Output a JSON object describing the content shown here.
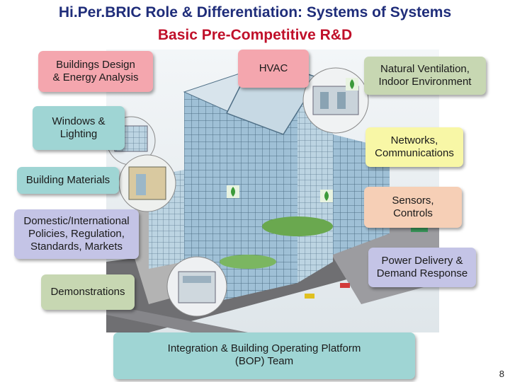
{
  "title_line1": "Hi.Per.BRIC Role & Differentiation: Systems of Systems",
  "title_line2": "Basic Pre-Competitive R&D",
  "boxes": {
    "buildings_design": "Buildings Design\n& Energy Analysis",
    "hvac": "HVAC",
    "natural_ventilation": "Natural Ventilation,\nIndoor Environment",
    "windows": "Windows &\nLighting",
    "networks": "Networks,\nCommunications",
    "materials": "Building Materials",
    "sensors": "Sensors,\nControls",
    "policies": "Domestic/International\nPolicies, Regulation,\nStandards, Markets",
    "power": "Power Delivery &\nDemand Response",
    "demonstrations": "Demonstrations",
    "integration": "Integration & Building Operating Platform\n(BOP) Team"
  },
  "page_number": "8",
  "colors": {
    "title_blue": "#1f2d7a",
    "title_red": "#c0102a",
    "pink": "#f4a6ae",
    "green": "#c7d7b2",
    "teal": "#9fd5d4",
    "yellow": "#f8f7a6",
    "peach": "#f6cfb6",
    "lavender": "#c4c4e6",
    "leaf_green": "#3c9a3a"
  }
}
